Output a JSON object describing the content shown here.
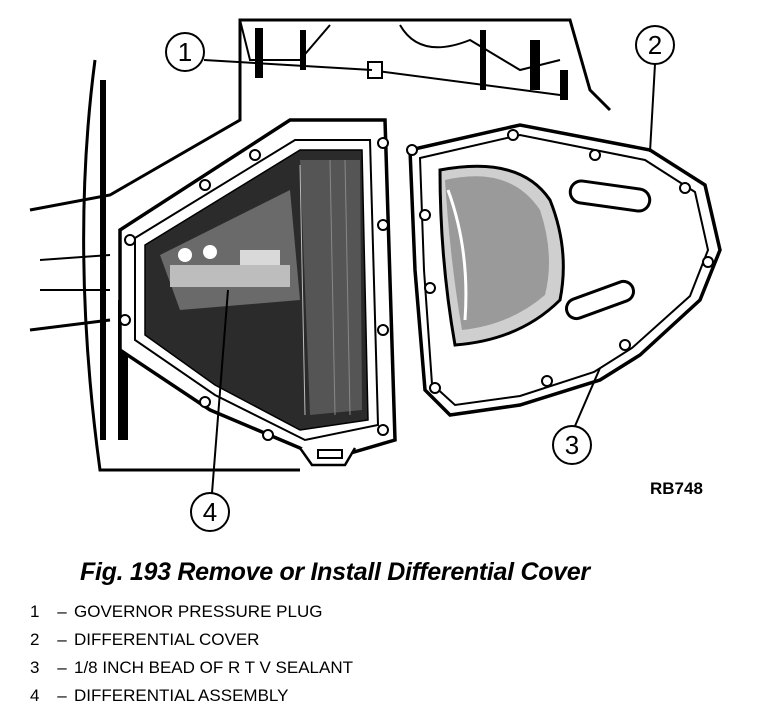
{
  "figure": {
    "code": "RB748",
    "callouts": [
      "1",
      "2",
      "3",
      "4"
    ]
  },
  "caption": "Fig. 193 Remove or Install Differential Cover",
  "legend": [
    {
      "num": "1",
      "dash": "–",
      "text": "GOVERNOR PRESSURE PLUG"
    },
    {
      "num": "2",
      "dash": "–",
      "text": "DIFFERENTIAL COVER"
    },
    {
      "num": "3",
      "dash": "–",
      "text": "1/8 INCH BEAD OF R T V SEALANT"
    },
    {
      "num": "4",
      "dash": "–",
      "text": "DIFFERENTIAL ASSEMBLY"
    }
  ]
}
